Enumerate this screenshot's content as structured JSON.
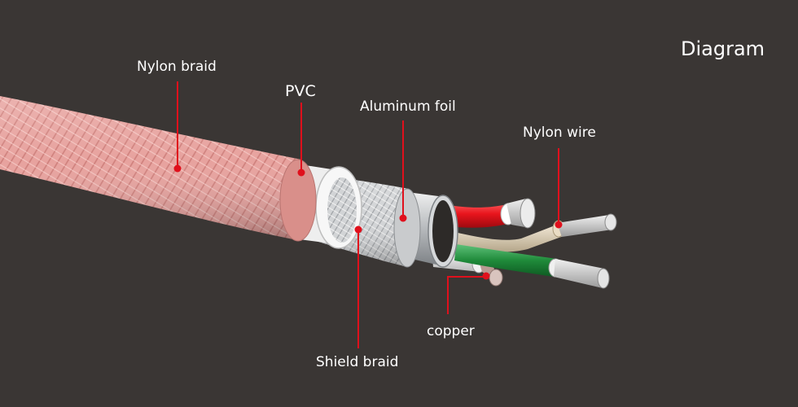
{
  "title": "Diagram",
  "labels": {
    "nylon_braid": "Nylon braid",
    "pvc": "PVC",
    "aluminum_foil": "Aluminum foil",
    "nylon_wire": "Nylon wire",
    "copper": "copper",
    "shield_braid": "Shield braid"
  },
  "colors": {
    "background": "#3a3634",
    "leader_line": "#e0101c",
    "nylon_braid": "#e9a4a0",
    "red_wire": "#e8141c",
    "green_wire": "#1f8a3a",
    "beige_wire": "#d8cbb2",
    "white_wire": "#eeeeee"
  }
}
